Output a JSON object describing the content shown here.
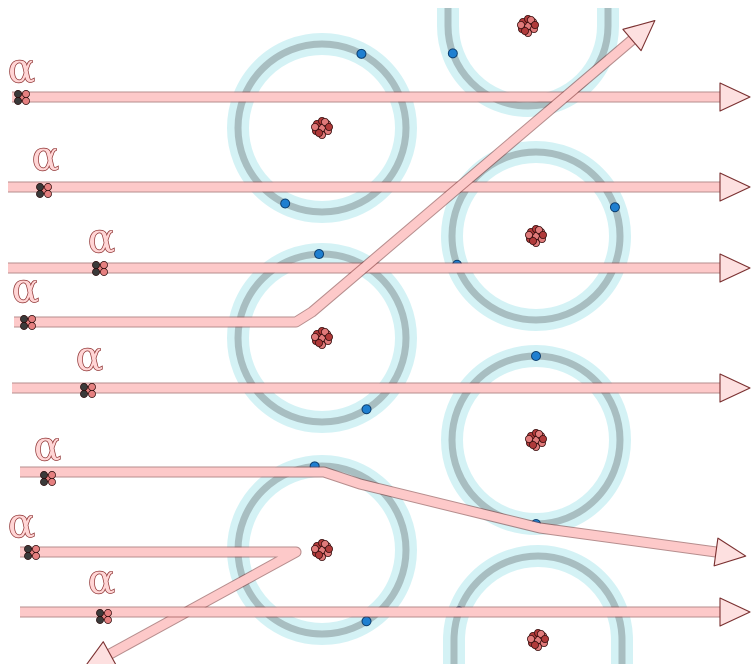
{
  "diagram": {
    "alpha_symbol": "α",
    "colors": {
      "background": "#ffffff",
      "beam": "#fdc9c9",
      "beam_outline": "#7a3030",
      "arrow_head": "#fde0e0",
      "orbit_glow": "#d4f2f5",
      "orbit_ring": "#a3b8bb",
      "electron": "#1f7fd0",
      "nucleus": "#b03a3a",
      "particle_dark": "#3a3a3a"
    },
    "labels": [
      {
        "id": "alpha-label-1",
        "text": "α"
      },
      {
        "id": "alpha-label-2",
        "text": "α"
      },
      {
        "id": "alpha-label-3",
        "text": "α"
      },
      {
        "id": "alpha-label-4",
        "text": "α"
      },
      {
        "id": "alpha-label-5",
        "text": "α"
      },
      {
        "id": "alpha-label-6",
        "text": "α"
      },
      {
        "id": "alpha-label-7",
        "text": "α"
      },
      {
        "id": "alpha-label-8",
        "text": "α"
      }
    ]
  }
}
